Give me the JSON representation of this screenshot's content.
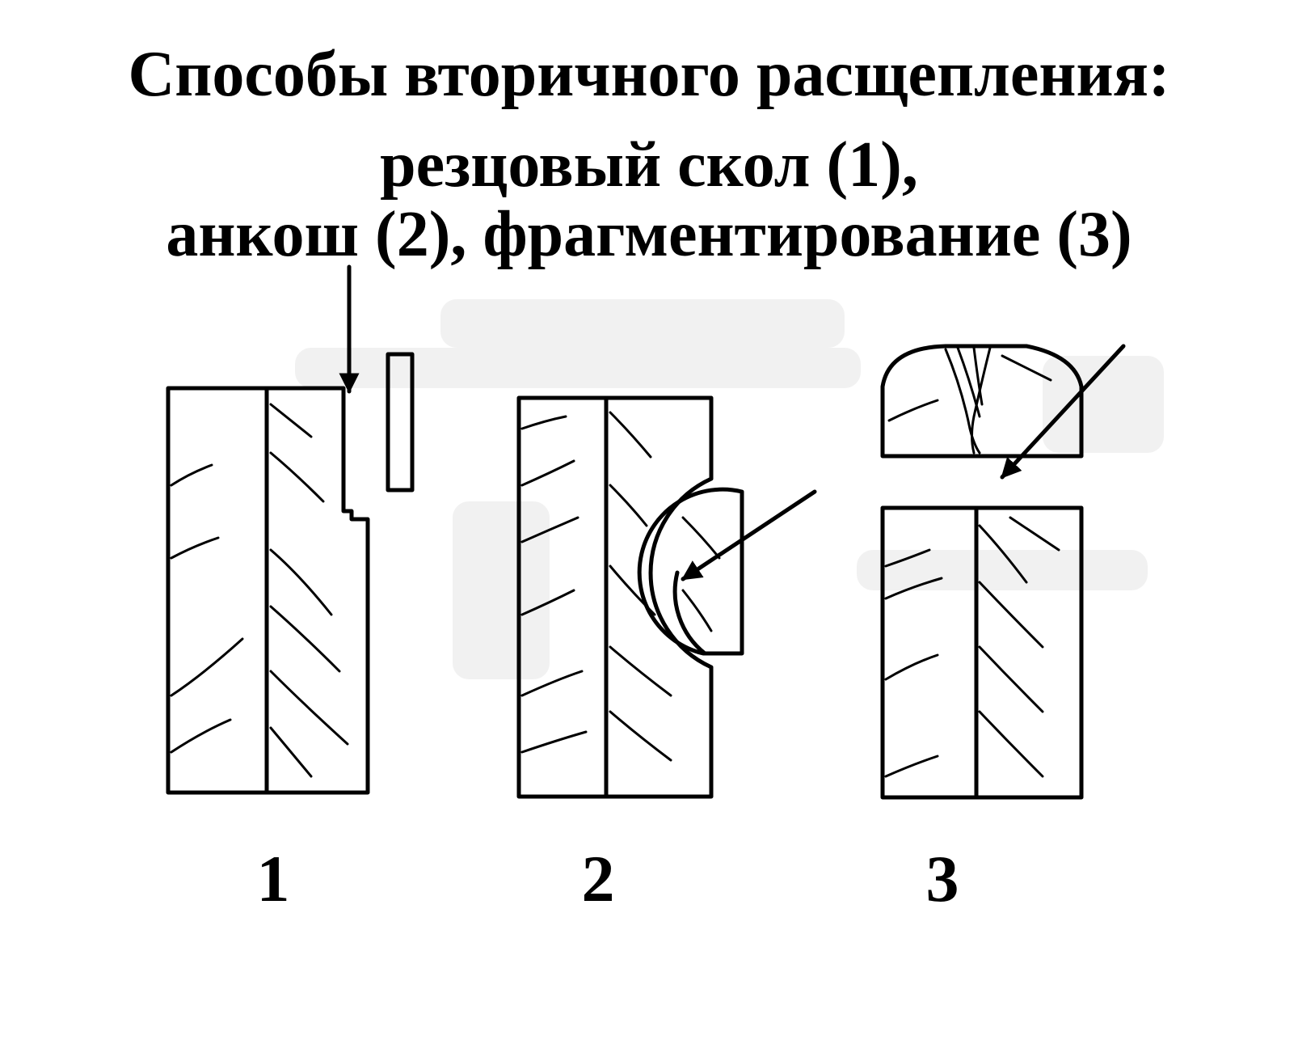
{
  "title": {
    "line1": "Способы вторичного расщепления:",
    "line2": "резцовый скол (1),",
    "line3": "анкош (2), фрагментирование (3)"
  },
  "figures": [
    {
      "number": "1",
      "method": "резцовый скол"
    },
    {
      "number": "2",
      "method": "анкош"
    },
    {
      "number": "3",
      "method": "фрагментирование"
    }
  ],
  "colors": {
    "ink": "#000000",
    "background": "#ffffff",
    "stipple": "#d6d6d6"
  }
}
